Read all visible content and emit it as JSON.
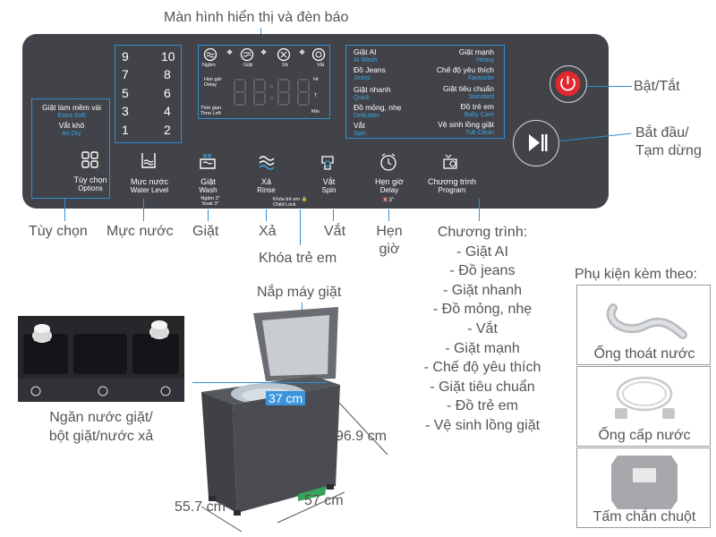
{
  "panel": {
    "display_callout": "Màn hình hiển thị và đèn báo",
    "power_callout": "Bật/Tắt",
    "start_callout": [
      "Bắt đầu/",
      "Tạm dừng"
    ],
    "water_digits": [
      "9",
      "10",
      "7",
      "8",
      "5",
      "6",
      "3",
      "4",
      "1",
      "2"
    ],
    "options_select": {
      "a_vi": "Giặt làm mềm vải",
      "a_en": "Extra Soft",
      "b_vi": "Vắt khô",
      "b_en": "Air Dry"
    },
    "status_icons": [
      {
        "label": "Ngâm",
        "icon": "soak-icon"
      },
      {
        "label": "Giặt",
        "icon": "wash-icon"
      },
      {
        "label": "Xả",
        "icon": "rinse-icon"
      },
      {
        "label": "Vắt",
        "icon": "spin-icon"
      }
    ],
    "display_labels": {
      "delay_vi": "Hẹn giờ",
      "delay_en": "Delay",
      "time_vi": "Thời gian",
      "time_en": "Time Left",
      "hr": "Hr",
      "t": "T",
      "min": "Min"
    },
    "display_digits": [
      "8",
      "8",
      "8",
      "8"
    ],
    "programs_left": [
      {
        "vi": "Giặt AI",
        "en": "AI Wash"
      },
      {
        "vi": "Đồ Jeans",
        "en": "Jeans"
      },
      {
        "vi": "Giặt nhanh",
        "en": "Quick"
      },
      {
        "vi": "Đồ mỏng, nhẹ",
        "en": "Delicates"
      },
      {
        "vi": "Vắt",
        "en": "Spin"
      }
    ],
    "programs_right": [
      {
        "vi": "Giặt mạnh",
        "en": "Heavy"
      },
      {
        "vi": "Chế độ yêu thích",
        "en": "Favourite"
      },
      {
        "vi": "Giặt tiêu chuẩn",
        "en": "Standard"
      },
      {
        "vi": "Đồ trẻ em",
        "en": "Baby Care"
      },
      {
        "vi": "Vệ sinh lồng giặt",
        "en": "Tub Clean"
      }
    ],
    "buttons": {
      "options": {
        "vi": "Tùy chọn",
        "en": "Options"
      },
      "water": {
        "vi": "Mực nước",
        "en": "Water Level"
      },
      "wash": {
        "vi": "Giặt",
        "en": "Wash",
        "extra": "Ngâm 3\"",
        "extra2": "Soak 3\""
      },
      "rinse": {
        "vi": "Xả",
        "en": "Rinse"
      },
      "spin": {
        "vi": "Vắt",
        "en": "Spin"
      },
      "delay": {
        "vi": "Hẹn giờ",
        "en": "Delay",
        "extra": "3\""
      },
      "program": {
        "vi": "Chương trình",
        "en": "Program"
      }
    },
    "childlock_small": {
      "vi": "Khóa trẻ em",
      "en": "Child Lock"
    }
  },
  "callouts": {
    "options": "Tùy chọn",
    "water": "Mực nước",
    "wash": "Giặt",
    "rinse": "Xả",
    "spin": "Vắt",
    "delay": [
      "Hẹn",
      "giờ"
    ],
    "child_lock": "Khóa trẻ em",
    "program_title": "Chương trình:",
    "program_list": [
      "- Giặt AI",
      "- Đồ jeans",
      "- Giặt nhanh",
      "- Đồ mỏng, nhẹ",
      "- Vắt",
      "- Giặt mạnh",
      "- Chế độ yêu thích",
      "- Giặt tiêu chuẩn",
      "- Đồ trẻ em",
      "- Vệ sinh lồng giặt"
    ]
  },
  "machine": {
    "lid_label": "Nắp máy giặt",
    "drum_dim": "37 cm",
    "height": "96.9 cm",
    "depth": "57 cm",
    "width": "55.7 cm",
    "drawer_label": [
      "Ngăn nước giặt/",
      "bột giặt/nước xả"
    ]
  },
  "accessories": {
    "title": "Phụ kiện kèm theo:",
    "items": [
      "Ống thoát nước",
      "Ống cấp nước",
      "Tấm chắn chuột"
    ]
  },
  "colors": {
    "accent": "#2f8fd8",
    "panel": "#414349",
    "power": "#e0282e"
  }
}
